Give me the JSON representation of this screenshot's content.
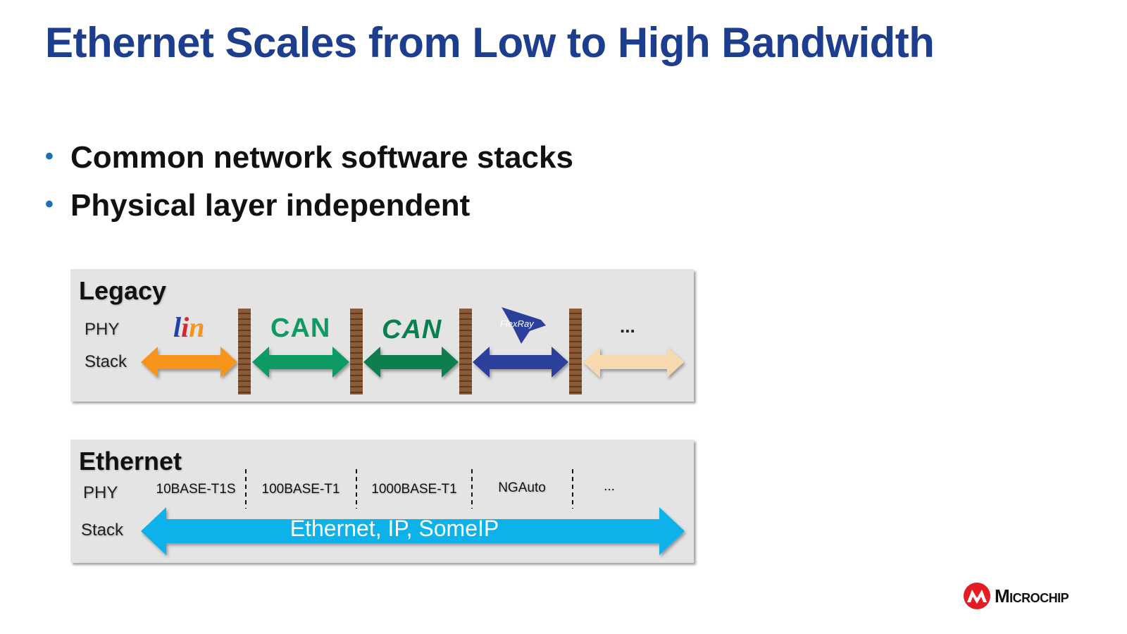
{
  "slide": {
    "title": "Ethernet Scales from Low to High Bandwidth",
    "bullets": [
      "Common network software stacks",
      "Physical layer independent"
    ]
  },
  "legacy": {
    "heading": "Legacy",
    "phy_label": "PHY",
    "stack_label": "Stack",
    "logos": [
      "lin",
      "CAN",
      "CAN",
      "FlexRay"
    ],
    "more": "...",
    "arrow_colors": [
      "#f7941d",
      "#0e9a63",
      "#0b7f4f",
      "#2c3f9b",
      "#f6d9ae"
    ],
    "divider_color": "#8b5a36"
  },
  "ethernet": {
    "heading": "Ethernet",
    "phy_label": "PHY",
    "stack_label": "Stack",
    "phys": [
      "10BASE-T1S",
      "100BASE-T1",
      "1000BASE-T1",
      "NGAuto",
      "..."
    ],
    "stack_text": "Ethernet, IP, SomeIP",
    "arrow_color": "#0ab2ea"
  },
  "brand": {
    "name": "Microchip",
    "color": "#e31d23"
  }
}
